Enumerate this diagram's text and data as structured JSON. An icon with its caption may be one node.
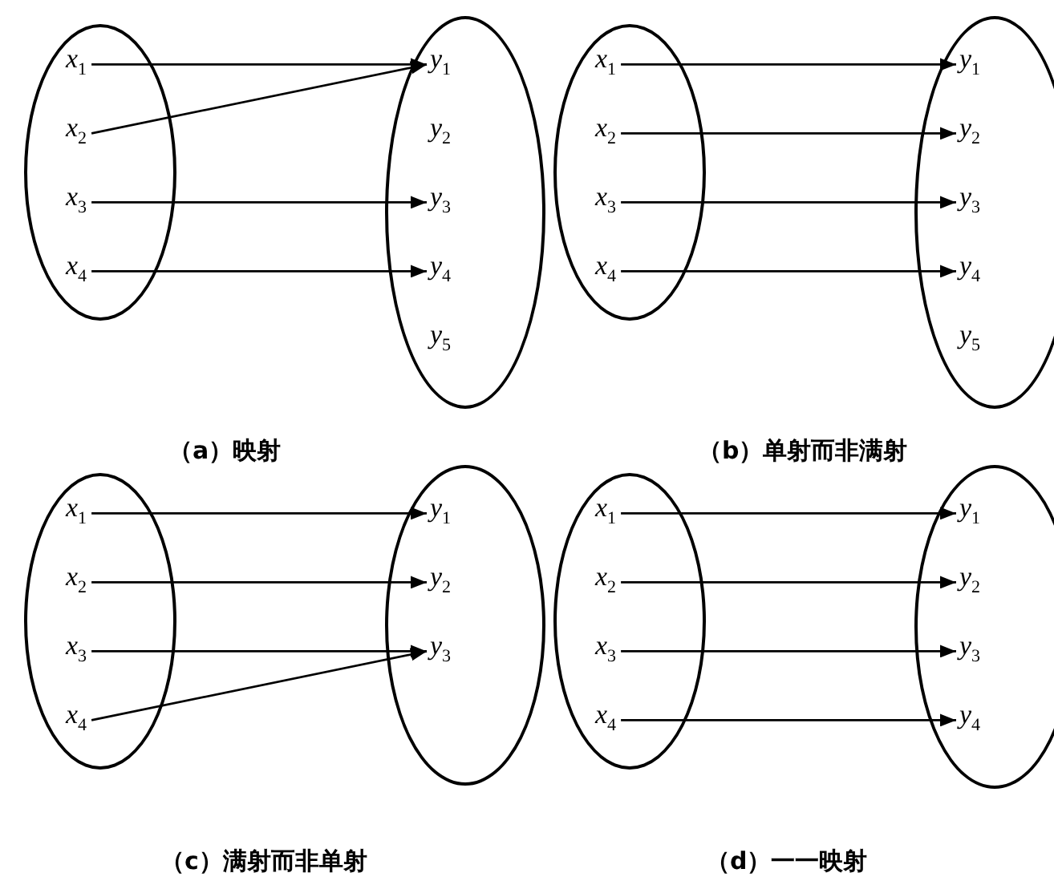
{
  "diagram": {
    "nodes": [
      {
        "text": [],
        "shape": "ellipse"
      },
      {
        "text": [
          "x$_{1}$"
        ],
        "in": 0
      },
      {
        "text": [
          "x$_{2}$"
        ],
        "in": 0
      },
      {
        "text": [
          "x$_{3}$"
        ],
        "in": 0
      },
      {
        "text": [
          "x$_{4}$"
        ],
        "in": 0
      },
      {
        "text": [],
        "shape": "ellipse"
      },
      {
        "text": [
          "y$_{1}$"
        ],
        "in": 5
      },
      {
        "text": [
          "y$_{2}$"
        ],
        "in": 5
      },
      {
        "text": [
          "y$_{3}$"
        ],
        "in": 5
      },
      {
        "text": [
          "y$_{4}$"
        ],
        "in": 5
      },
      {
        "text": [
          "y$_{5}$"
        ],
        "in": 5
      },
      {
        "text": [],
        "shape": "ellipse"
      },
      {
        "text": [
          "x$_{1}$"
        ],
        "in": 11
      },
      {
        "text": [
          "x$_{2}$"
        ],
        "in": 11
      },
      {
        "text": [
          "x$_{3}$"
        ],
        "in": 11
      },
      {
        "text": [
          "x$_{4}$"
        ],
        "in": 11
      },
      {
        "text": [],
        "shape": "ellipse"
      },
      {
        "text": [
          "y$_{1}$"
        ],
        "in": 16
      },
      {
        "text": [
          "y$_{2}$"
        ],
        "in": 16
      },
      {
        "text": [
          "y$_{3}$"
        ],
        "in": 16
      },
      {
        "text": [
          "y$_{4}$"
        ],
        "in": 16
      },
      {
        "text": [
          "y$_{5}$"
        ],
        "in": 16
      },
      {
        "text": [],
        "shape": "ellipse"
      },
      {
        "text": [
          "x$_{1}$"
        ],
        "in": 22
      },
      {
        "text": [
          "x$_{2}$"
        ],
        "in": 22
      },
      {
        "text": [
          "x$_{3}$"
        ],
        "in": 22
      },
      {
        "text": [
          "x$_{4}$"
        ],
        "in": 22
      },
      {
        "text": [],
        "shape": "ellipse"
      },
      {
        "text": [
          "y$_{1}$"
        ],
        "in": 27
      },
      {
        "text": [
          "y$_{2}$"
        ],
        "in": 27
      },
      {
        "text": [
          "y$_{3}$"
        ],
        "in": 27
      },
      {
        "text": [],
        "shape": "ellipse"
      },
      {
        "text": [
          "x$_{1}$"
        ],
        "in": 31
      },
      {
        "text": [
          "x$_{2}$"
        ],
        "in": 31
      },
      {
        "text": [
          "x$_{3}$"
        ],
        "in": 31
      },
      {
        "text": [
          "x$_{4}$"
        ],
        "in": 31
      },
      {
        "text": [],
        "shape": "ellipse"
      },
      {
        "text": [
          "y$_{1}$"
        ],
        "in": 36
      },
      {
        "text": [
          "y$_{2}$"
        ],
        "in": 36
      },
      {
        "text": [
          "y$_{3}$"
        ],
        "in": 36
      },
      {
        "text": [
          "y$_{4}$"
        ],
        "in": 36
      }
    ],
    "edges": [
      {
        "from": 1,
        "to": 6,
        "arrow": "to"
      },
      {
        "from": 2,
        "to": 6,
        "arrow": "to"
      },
      {
        "from": 3,
        "to": 8,
        "arrow": "to"
      },
      {
        "from": 4,
        "to": 9,
        "arrow": "to"
      },
      {
        "from": 12,
        "to": 17,
        "arrow": "to"
      },
      {
        "from": 13,
        "to": 18,
        "arrow": "to"
      },
      {
        "from": 14,
        "to": 19,
        "arrow": "to"
      },
      {
        "from": 15,
        "to": 20,
        "arrow": "to"
      },
      {
        "from": 23,
        "to": 28,
        "arrow": "to"
      },
      {
        "from": 24,
        "to": 29,
        "arrow": "to"
      },
      {
        "from": 25,
        "to": 30,
        "arrow": "to"
      },
      {
        "from": 26,
        "to": 30,
        "arrow": "to"
      },
      {
        "from": 32,
        "to": 37,
        "arrow": "to"
      },
      {
        "from": 33,
        "to": 38,
        "arrow": "to"
      },
      {
        "from": 34,
        "to": 39,
        "arrow": "to"
      },
      {
        "from": 35,
        "to": 40,
        "arrow": "to"
      }
    ],
    "labels": [
      "（a）映射",
      "（b）单射而非满射",
      "（c）满射而非单射",
      "（d）一一映射"
    ]
  }
}
